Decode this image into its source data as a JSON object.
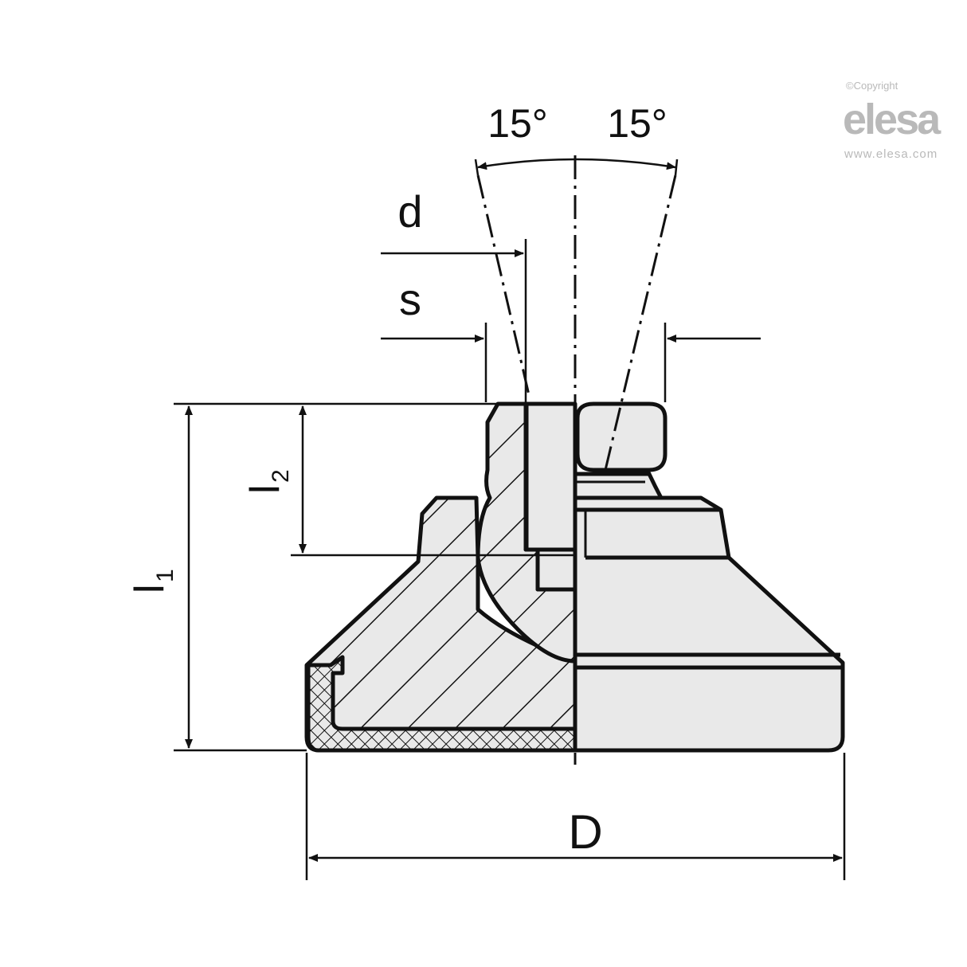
{
  "dimensions": {
    "angle_left": "15°",
    "angle_right": "15°",
    "d": "d",
    "s": "s",
    "l1": "l",
    "l1_sub": "1",
    "l2": "l",
    "l2_sub": "2",
    "D": "D"
  },
  "watermark": {
    "copyright": "©Copyright",
    "brand": "elesa",
    "url": "www.elesa.com"
  },
  "colors": {
    "line": "#111111",
    "fill": "#e9e9e9",
    "watermark": "#b9b9b9"
  }
}
